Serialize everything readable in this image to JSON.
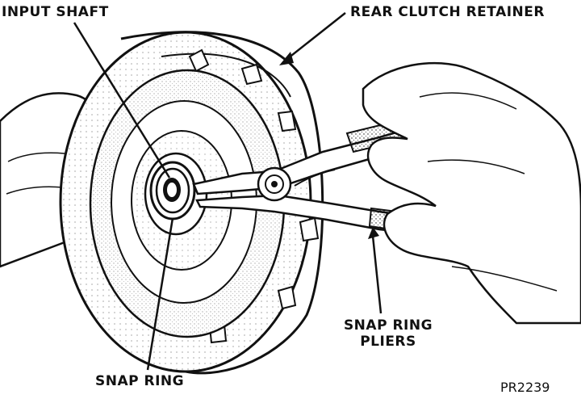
{
  "labels": {
    "input_shaft": "INPUT SHAFT",
    "rear_clutch_retainer": "REAR CLUTCH RETAINER",
    "snap_ring_pliers_line1": "SNAP RING",
    "snap_ring_pliers_line2": "PLIERS",
    "snap_ring": "SNAP RING",
    "figure_code": "PR2239"
  },
  "colors": {
    "ink": "#111111",
    "paper": "#ffffff"
  }
}
